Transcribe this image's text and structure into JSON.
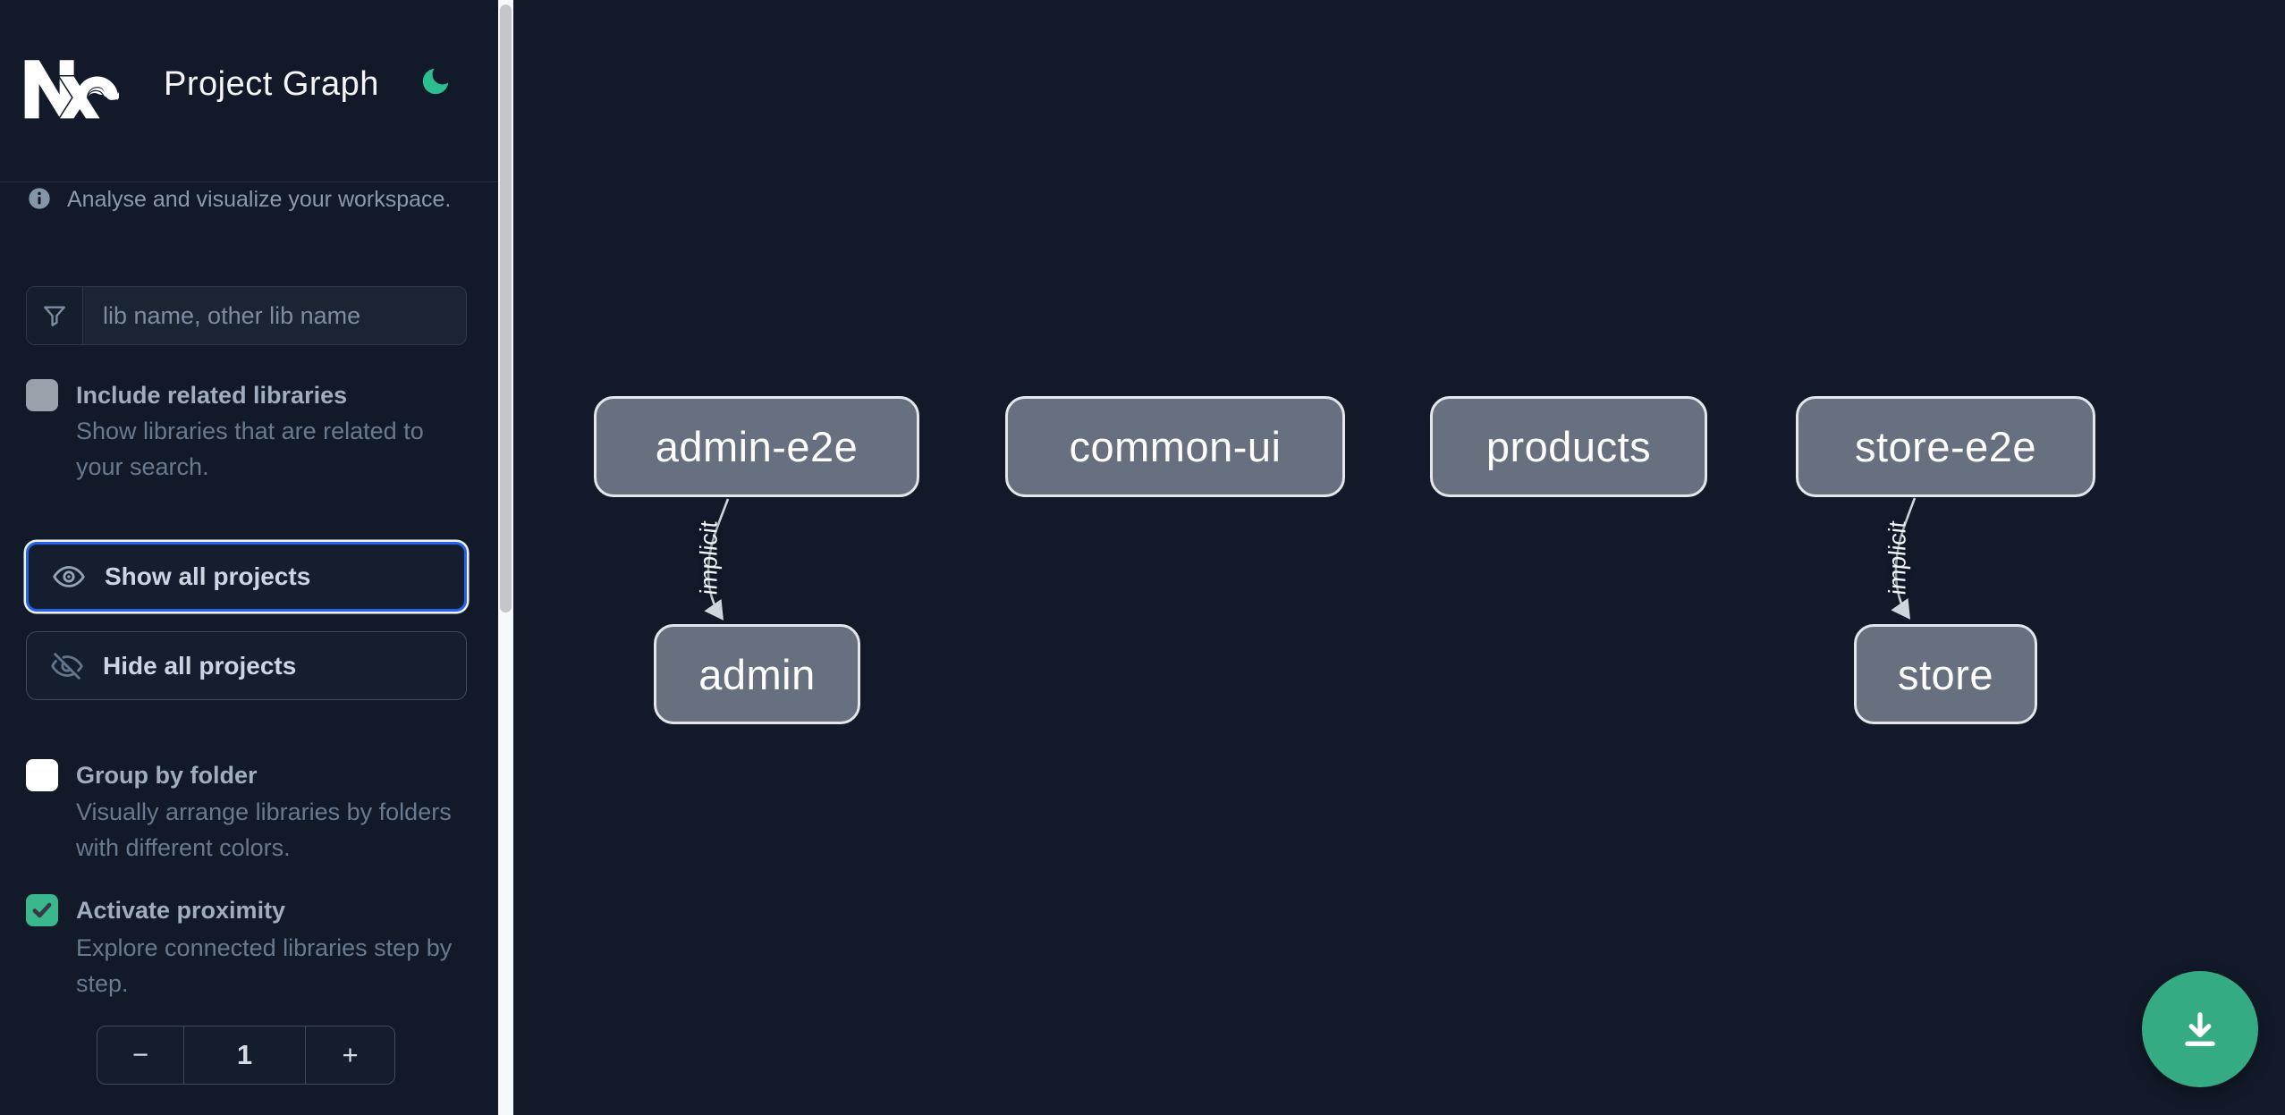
{
  "app": {
    "title": "Project Graph"
  },
  "info": {
    "text": "Analyse and visualize your workspace."
  },
  "search": {
    "placeholder": "lib name, other lib name"
  },
  "options": {
    "include_related": {
      "label": "Include related libraries",
      "description": "Show libraries that are related to your search.",
      "checked": false
    },
    "group_by_folder": {
      "label": "Group by folder",
      "description": "Visually arrange libraries by folders with different colors.",
      "checked": false
    },
    "activate_proximity": {
      "label": "Activate proximity",
      "description": "Explore connected libraries step by step.",
      "checked": true
    }
  },
  "actions": {
    "show_all": "Show all projects",
    "hide_all": "Hide all projects"
  },
  "stepper": {
    "decrement": "−",
    "value": "1",
    "increment": "+"
  },
  "graph": {
    "nodes": [
      {
        "label": "admin-e2e"
      },
      {
        "label": "common-ui"
      },
      {
        "label": "products"
      },
      {
        "label": "store-e2e"
      },
      {
        "label": "admin"
      },
      {
        "label": "store"
      }
    ],
    "edges": [
      {
        "from": "admin-e2e",
        "to": "admin",
        "label": "implicit"
      },
      {
        "from": "store-e2e",
        "to": "store",
        "label": "implicit"
      }
    ]
  },
  "colors": {
    "accent_green": "#3ab78c",
    "focus_blue": "#2563eb",
    "node_fill": "#66707f",
    "node_border": "#e3e7ec",
    "edge": "#cfd5dc",
    "canvas_bg": "#121a29"
  }
}
